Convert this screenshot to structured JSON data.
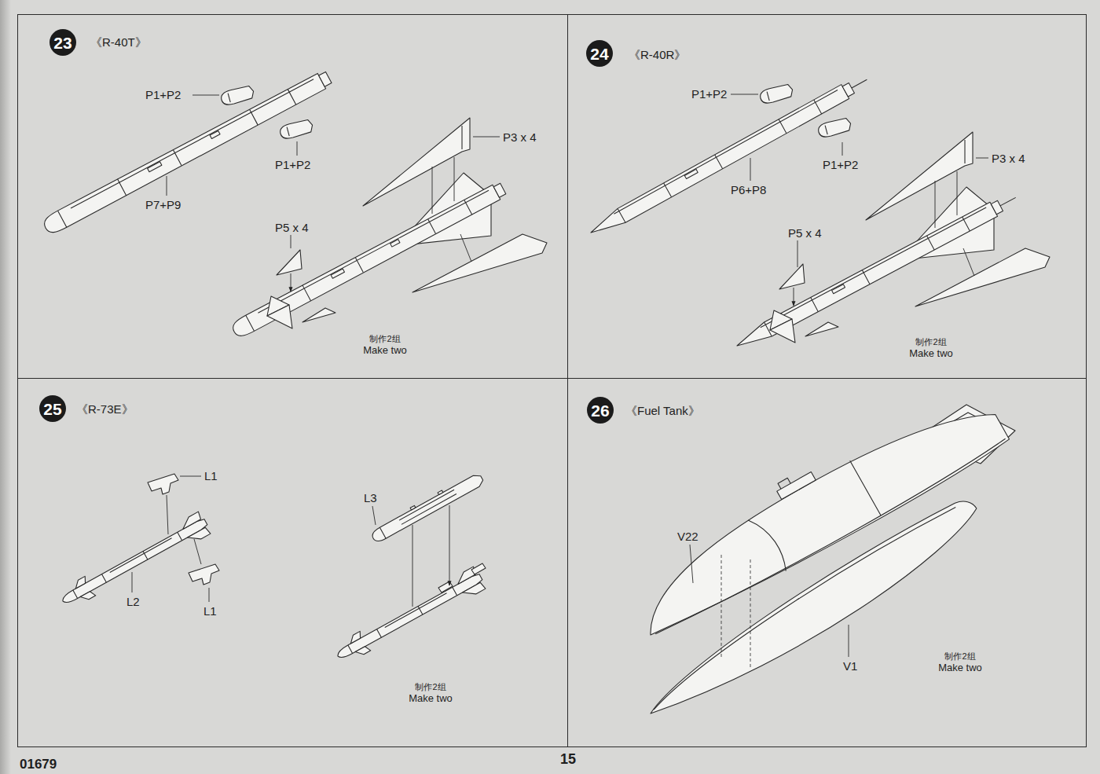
{
  "diagram": {
    "nodes": [
      {
        "text": [
          "《R-40T》"
        ]
      },
      {
        "text": [
          "23"
        ],
        "in": 0
      },
      {
        "text": [
          "《R-40R》"
        ]
      },
      {
        "text": [
          "24"
        ],
        "in": 2
      },
      {
        "text": [
          "《R-73E》"
        ]
      },
      {
        "text": [
          "25"
        ],
        "in": 4
      },
      {
        "text": [
          "《Fuel Tank》"
        ]
      },
      {
        "text": [
          "26"
        ],
        "in": 6
      }
    ],
    "labels": [
      "P1+P2",
      "P1+P2",
      "P7+P9",
      "P3 x 4",
      "P5 x 4",
      "制作2组",
      "Make two",
      "P1+P2",
      "P1+P2",
      "P6+P8",
      "P3 x 4",
      "P5 x 4",
      "制作2组",
      "Make two",
      "L1",
      "L2",
      "L1",
      "L3",
      "制作2组",
      "Make two",
      "V22",
      "V1",
      "制作2组",
      "Make two",
      "01679",
      "15"
    ]
  }
}
